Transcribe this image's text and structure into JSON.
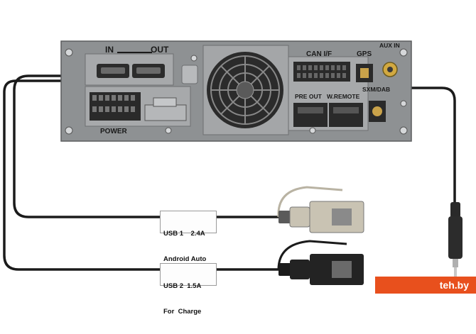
{
  "device": {
    "labels": {
      "in": "IN",
      "out": "OUT",
      "power": "POWER",
      "can": "CAN I/F",
      "gps": "GPS",
      "aux": "AUX IN",
      "pre_out": "PRE OUT",
      "w_remote": "W.REMOTE",
      "sxm": "SXM/DAB"
    },
    "colors": {
      "chassis": "#8e9193",
      "panel": "#a7a9ab",
      "cable": "#1b1b1b",
      "usb_a": "#c9c3b3"
    }
  },
  "cables": [
    {
      "tag_line1": "USB 1    2.4A",
      "tag_line2": "Android Auto",
      "plug_color": "#c9c3b3"
    },
    {
      "tag_line1": "USB 2  1.5A",
      "tag_line2": "For  Charge",
      "plug_color": "#1b1b1b"
    }
  ],
  "watermark": {
    "text": "teh.by",
    "color": "#e8501d"
  }
}
